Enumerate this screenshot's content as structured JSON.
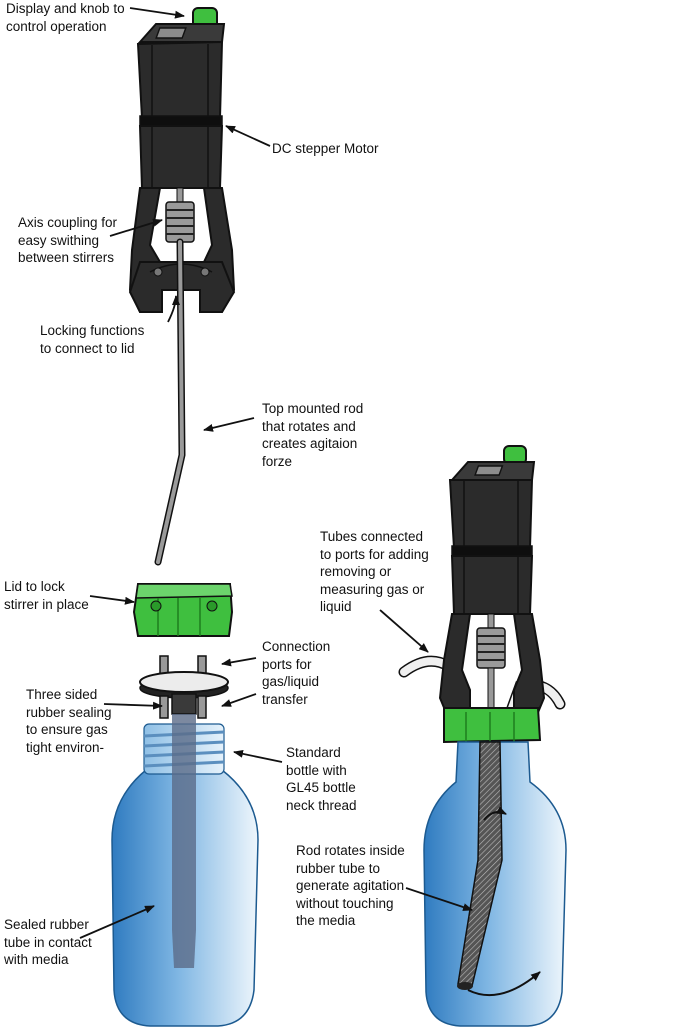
{
  "labels": {
    "display_knob": "Display and knob to\ncontrol operation",
    "dc_motor": "DC stepper Motor",
    "axis_coupling": "Axis coupling for\neasy swithing\nbetween stirrers",
    "locking": "Locking functions\nto connect to lid",
    "top_rod": "Top mounted rod\nthat rotates and\ncreates agitaion\nforze",
    "lid": "Lid to lock\nstirrer in place",
    "ports": "Connection\nports for\ngas/liquid\ntransfer",
    "sealing": "Three sided\nrubber  sealing\nto ensure gas\ntight environ-",
    "bottle": "Standard\nbottle with\nGL45 bottle\nneck thread",
    "sealed_tube": "Sealed rubber\ntube in contact\nwith media",
    "tubes": "Tubes connected\nto ports for adding\nremoving or\nmeasuring gas or\nliquid",
    "rod_rotates": "Rod rotates inside\nrubber tube to\ngenerate agitation\nwithout touching\nthe media"
  },
  "colors": {
    "body": "#2b2b2b",
    "body_dark": "#141414",
    "accent_green": "#3fbf3f",
    "green_dark": "#1e7d1e",
    "bottle_blue": "#3a86c8",
    "bottle_light": "#e3f1fb",
    "rod": "#8a8a8a"
  }
}
